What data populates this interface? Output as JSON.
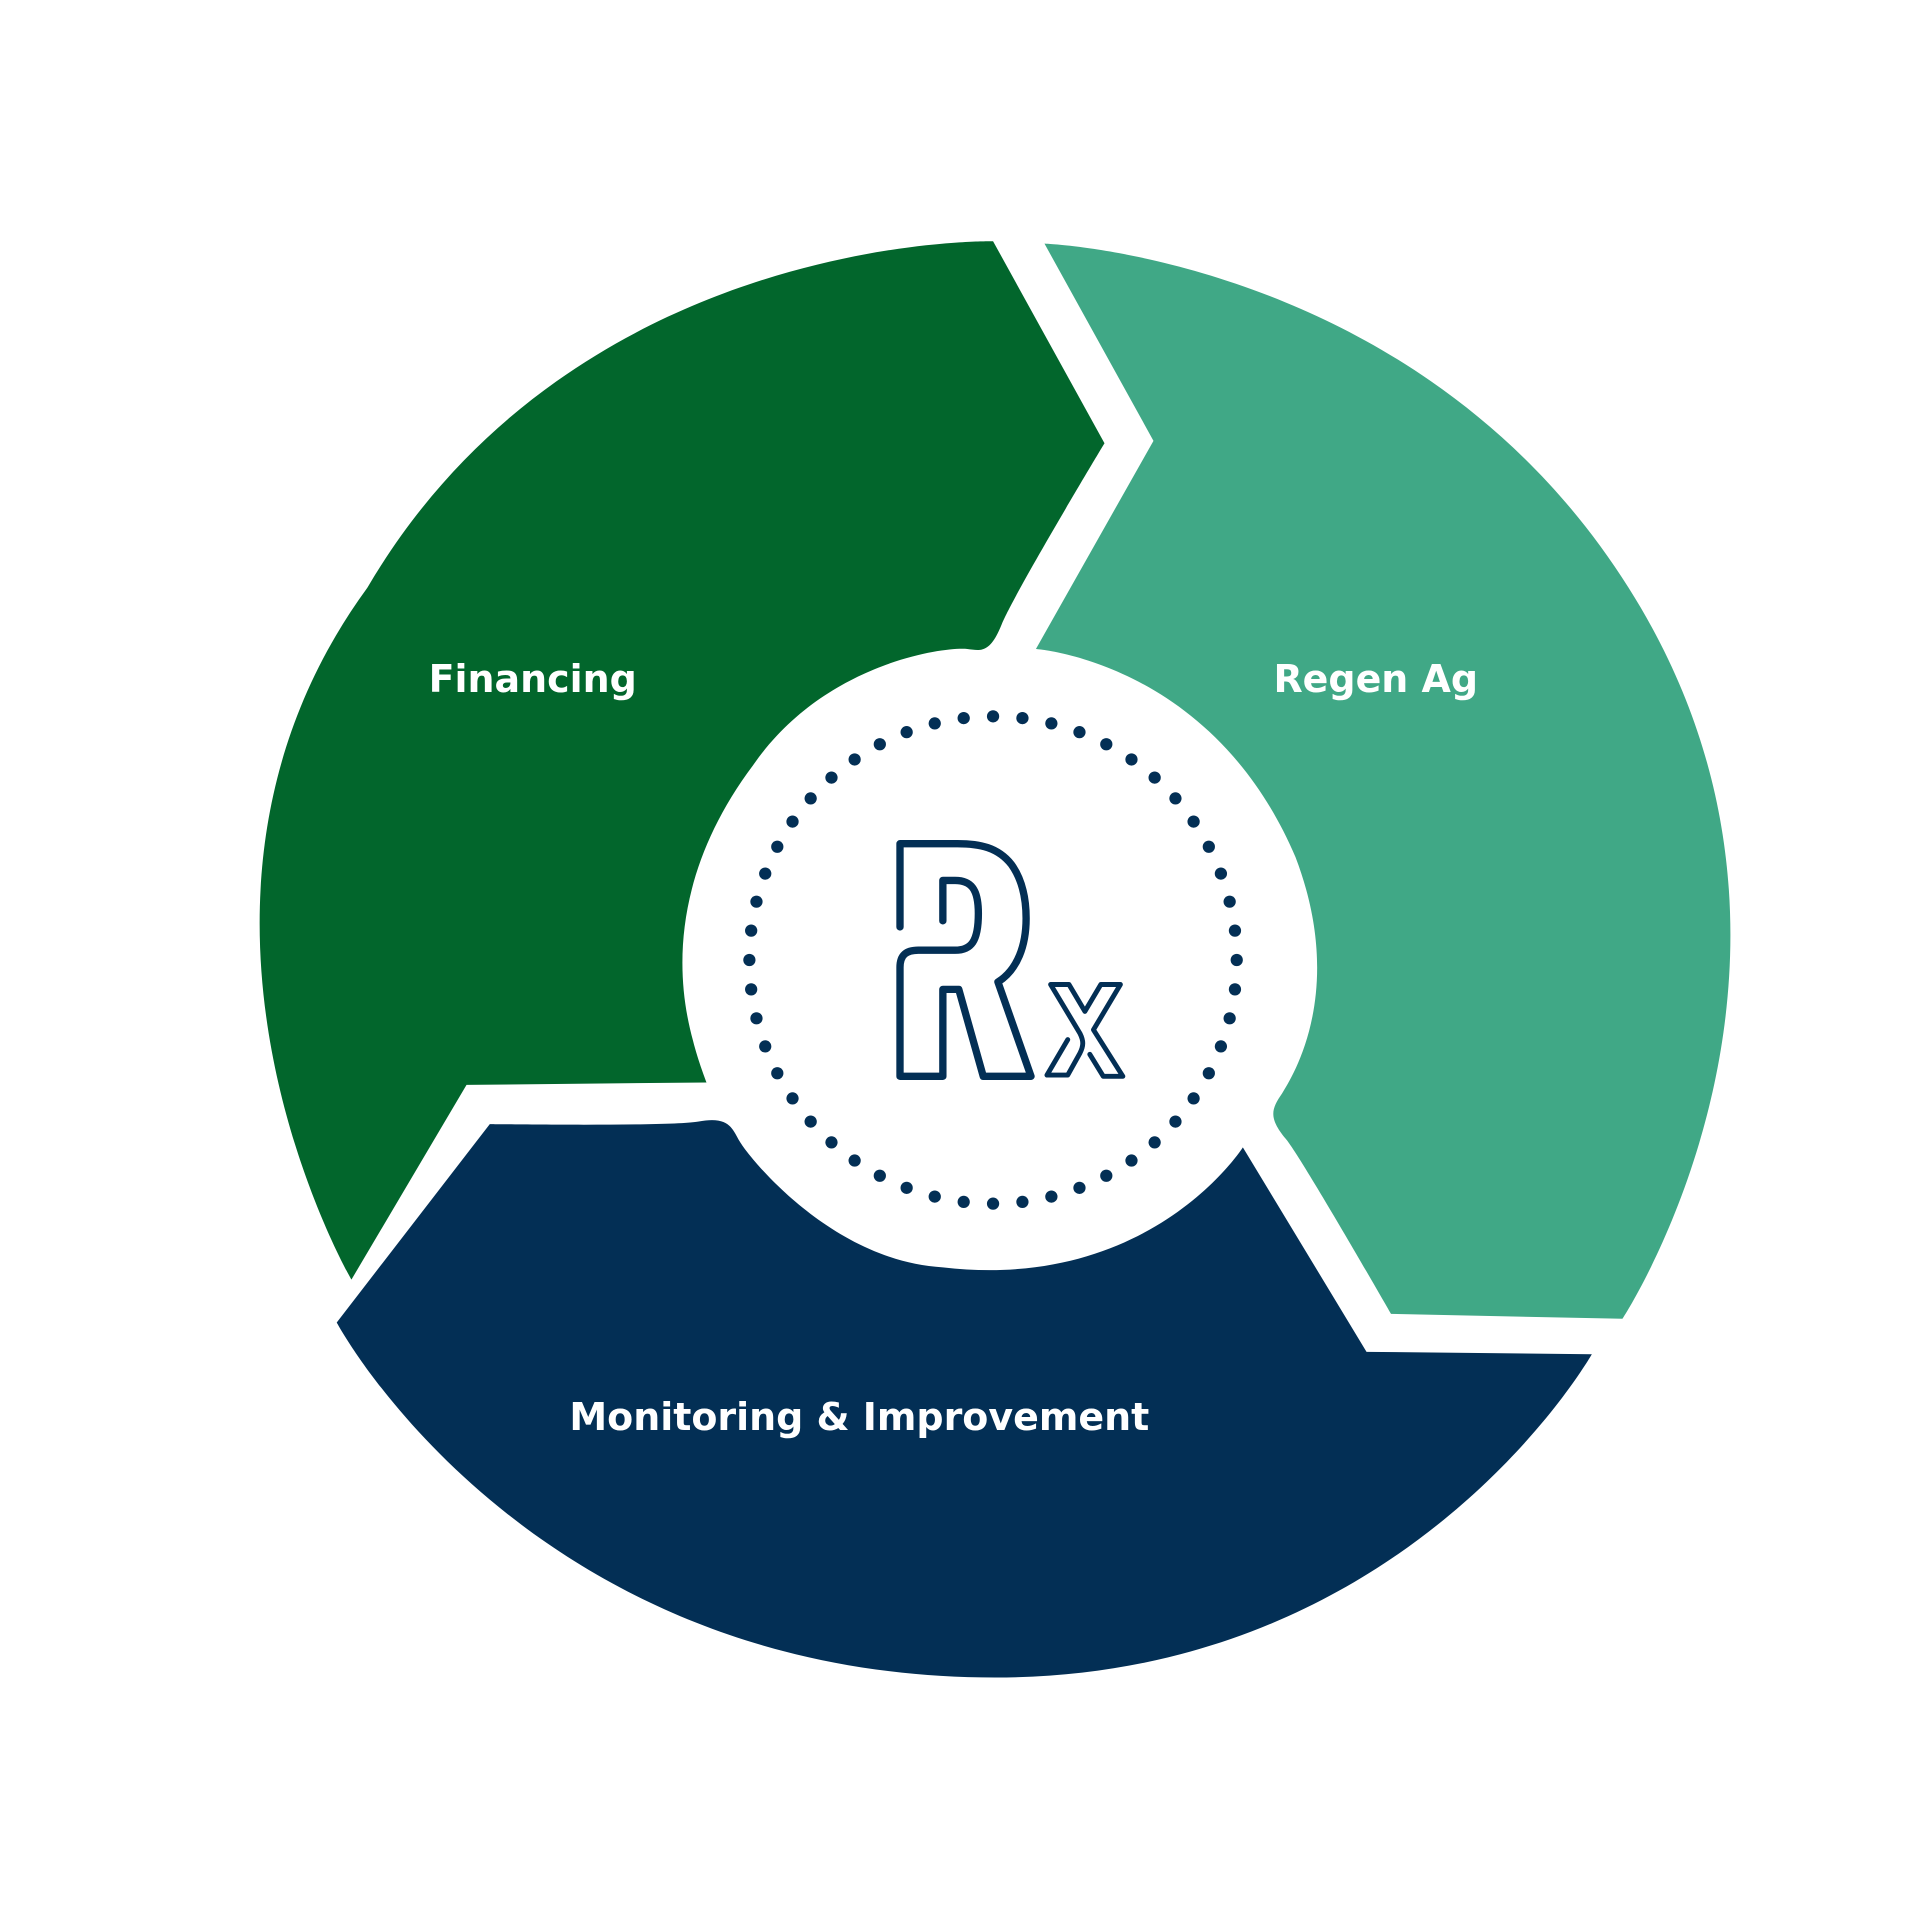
{
  "segments": [
    {
      "id": "financing",
      "label": "Financing",
      "color": "#02662C"
    },
    {
      "id": "regen-ag",
      "label": "Regen Ag",
      "color": "#40A886"
    },
    {
      "id": "monitoring",
      "label": "Monitoring & Improvement",
      "color": "#032F55"
    }
  ],
  "center": {
    "symbol": "Rx",
    "color": "#032F55",
    "dot_count": 52
  }
}
